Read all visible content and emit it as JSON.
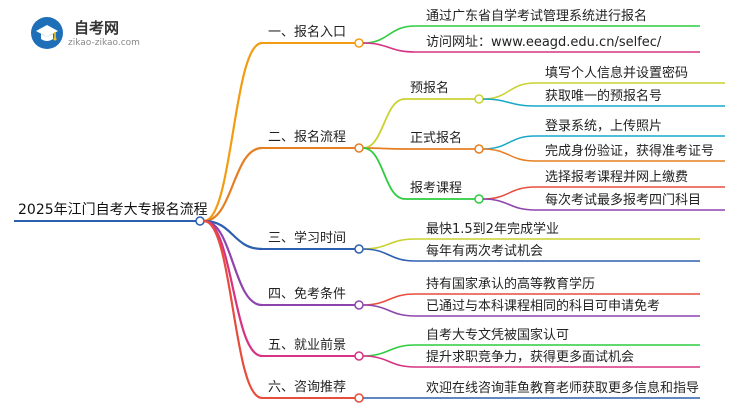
{
  "logo": {
    "title": "自考网",
    "url": "zikao-zikao.com"
  },
  "mindmap": {
    "root": "2025年江门自考大专报名流程",
    "branches": [
      {
        "label": "一、报名入口",
        "color": "#f39c12",
        "items": [
          {
            "label": "通过广东省自学考试管理系统进行报名",
            "color": "#2ecc40"
          },
          {
            "label": "访问网址：www.eeagd.edu.cn/selfec/",
            "color": "#d63384"
          }
        ]
      },
      {
        "label": "二、报名流程",
        "color": "#e67e22",
        "subs": [
          {
            "label": "预报名",
            "color": "#c9d22f",
            "items": [
              {
                "label": "填写个人信息并设置密码",
                "color": "#c9d22f"
              },
              {
                "label": "获取唯一的预报名号",
                "color": "#17a8c8"
              }
            ]
          },
          {
            "label": "正式报名",
            "color": "#e67e22",
            "items": [
              {
                "label": "登录系统，上传照片",
                "color": "#17a8c8"
              },
              {
                "label": "完成身份验证，获得准考证号",
                "color": "#e67e22"
              }
            ]
          },
          {
            "label": "报考课程",
            "color": "#2ecc40",
            "items": [
              {
                "label": "选择报考课程并网上缴费",
                "color": "#e74c3c"
              },
              {
                "label": "每次考试最多报考四门科目",
                "color": "#8e44ad"
              }
            ]
          }
        ]
      },
      {
        "label": "三、学习时间",
        "color": "#2c5fb0",
        "items": [
          {
            "label": "最快1.5到2年完成学业",
            "color": "#c9d22f"
          },
          {
            "label": "每年有两次考试机会",
            "color": "#2c5fb0"
          }
        ]
      },
      {
        "label": "四、免考条件",
        "color": "#8e44ad",
        "items": [
          {
            "label": "持有国家承认的高等教育学历",
            "color": "#e74c3c"
          },
          {
            "label": "已通过与本科课程相同的科目可申请免考",
            "color": "#8e44ad"
          }
        ]
      },
      {
        "label": "五、就业前景",
        "color": "#d63384",
        "items": [
          {
            "label": "自考大专文凭被国家认可",
            "color": "#2ecc40"
          },
          {
            "label": "提升求职竞争力，获得更多面试机会",
            "color": "#d63384"
          }
        ]
      },
      {
        "label": "六、咨询推荐",
        "color": "#e74c3c",
        "items": [
          {
            "label": "欢迎在线咨询菲鱼教育老师获取更多信息和指导",
            "color": "#2c5fb0"
          }
        ]
      }
    ]
  }
}
